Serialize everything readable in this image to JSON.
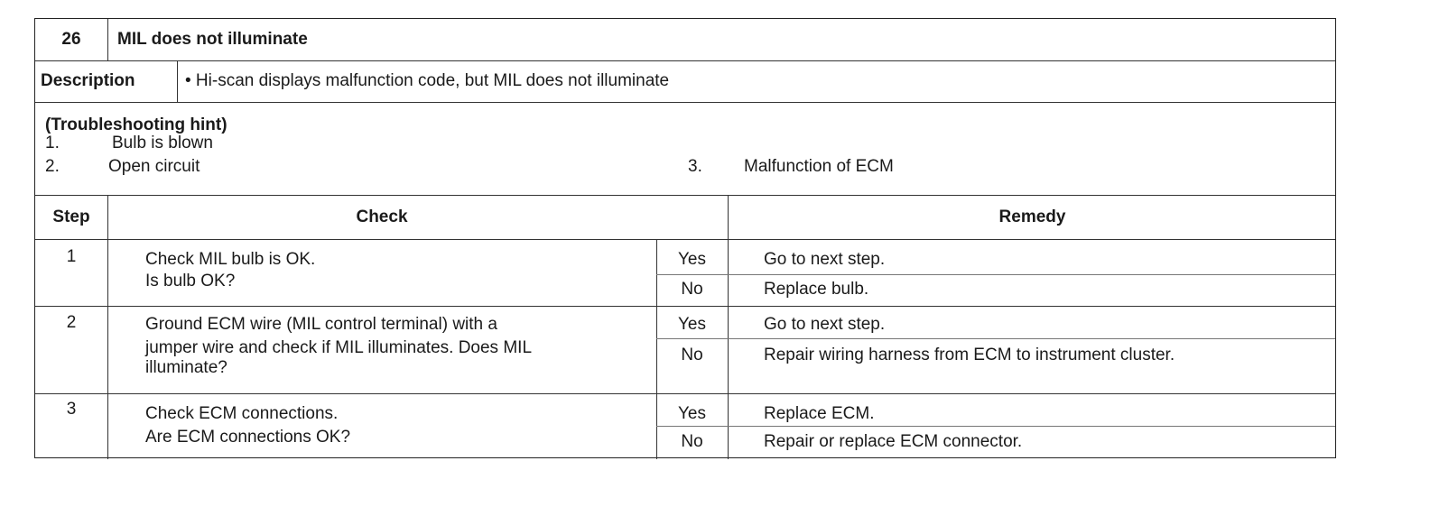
{
  "header": {
    "number": "26",
    "title": "MIL does not illuminate"
  },
  "description": {
    "label": "Description",
    "text": "• Hi-scan displays malfunction code, but MIL does not illuminate"
  },
  "hint": {
    "title": "(Troubleshooting hint)",
    "items": [
      {
        "num": "1.",
        "text": "Bulb is blown"
      },
      {
        "num": "2.",
        "text": "Open circuit"
      },
      {
        "num": "3.",
        "text": "Malfunction of ECM"
      }
    ]
  },
  "columns": {
    "step": "Step",
    "check": "Check",
    "remedy": "Remedy"
  },
  "steps": [
    {
      "step": "1",
      "check": [
        "Check MIL bulb is OK.",
        "Is bulb OK?"
      ],
      "yes": "Yes",
      "yes_remedy": "Go to next step.",
      "no": "No",
      "no_remedy": "Replace bulb."
    },
    {
      "step": "2",
      "check": [
        "Ground ECM wire (MIL control terminal) with a",
        "jumper wire and check if MIL illuminates. Does MIL",
        "illuminate?"
      ],
      "yes": "Yes",
      "yes_remedy": "Go to next step.",
      "no": "No",
      "no_remedy": "Repair wiring harness from ECM to instrument cluster."
    },
    {
      "step": "3",
      "check": [
        "Check ECM connections.",
        "Are ECM connections OK?"
      ],
      "yes": "Yes",
      "yes_remedy": "Replace ECM.",
      "no": "No",
      "no_remedy": "Repair or replace ECM connector."
    }
  ]
}
